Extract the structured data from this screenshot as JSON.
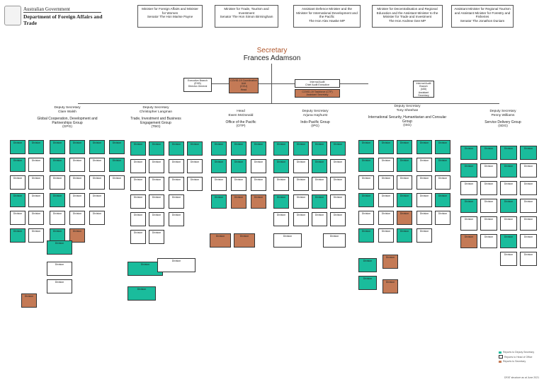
{
  "header": {
    "gov": "Australian Government",
    "dept": "Department of Foreign Affairs and Trade"
  },
  "ministers": [
    {
      "line1": "Minister for Foreign Affairs and Minister for Women",
      "line2": "Senator The Hon Marise Payne"
    },
    {
      "line1": "Minister for Trade, Tourism and Investment",
      "line2": "Senator The Hon Simon Birmingham"
    },
    {
      "line1": "Assistant Defence Minister and the Minister for International Development and the Pacific",
      "line2": "The Hon Alex Hawke MP"
    },
    {
      "line1": "Minister for Decentralisation and Regional Education and the Assistant Minister to the Minister for Trade and Investment",
      "line2": "The Hon Andrew Gee MP"
    },
    {
      "line1": "Assistant Minister for Regional Tourism and Assistant Minister for Forestry and Fisheries",
      "line2": "Senator The Jonathon Duniam"
    }
  ],
  "secretary": {
    "title": "Secretary",
    "name": "Frances Adamson"
  },
  "top_units": [
    {
      "line1": "Executive Branch",
      "line2": "(EXB)",
      "line3": "Director-General"
    },
    {
      "line1": "COVID-19 Coordination Unit",
      "line2": "(CCU)",
      "line3": "Head"
    },
    {
      "line1": "Internal Audit",
      "line2": "Chief Audit Executive"
    },
    {
      "line1": "COVID-19 Taskforce (CTF)",
      "line2": "Assistant Secretary"
    },
    {
      "line1": "Internal Audit Branch",
      "line2": "(IAB)",
      "line3": "Assistant Secretary"
    }
  ],
  "divisions": [
    {
      "role": "Deputy Secretary",
      "name": "Clare Walsh",
      "group": "Global Cooperation, Development and Partnerships Group",
      "abbr": "(GPG)"
    },
    {
      "role": "Deputy Secretary",
      "name": "Christopher Langman",
      "group": "Trade, Investment and Business Engagement Group",
      "abbr": "(TBG)"
    },
    {
      "role": "Head",
      "name": "Ewen McDonald",
      "group": "Office of the Pacific",
      "abbr": "(OTP)"
    },
    {
      "role": "Deputy Secretary",
      "name": "Arjuna Hayhurst",
      "group": "Indo-Pacific Group",
      "abbr": "(IPG)"
    },
    {
      "role": "Deputy Secretary",
      "name": "Tony Sheehan",
      "group": "International Security, Humanitarian and Consular Group",
      "abbr": "(ISG)"
    },
    {
      "role": "Deputy Secretary",
      "name": "Penny Williams",
      "group": "Service Delivery Group",
      "abbr": "(SDG)"
    }
  ],
  "unit_label": "Division",
  "legend": {
    "item1": "Reports to Deputy Secretary",
    "item2": "Reports to Head of Office",
    "item3": "Reports to Secretary"
  },
  "footer": "DFAT structure as at June 2021",
  "colors": {
    "teal": "#1abc9c",
    "brown": "#c47a56",
    "accent": "#b0552a"
  }
}
